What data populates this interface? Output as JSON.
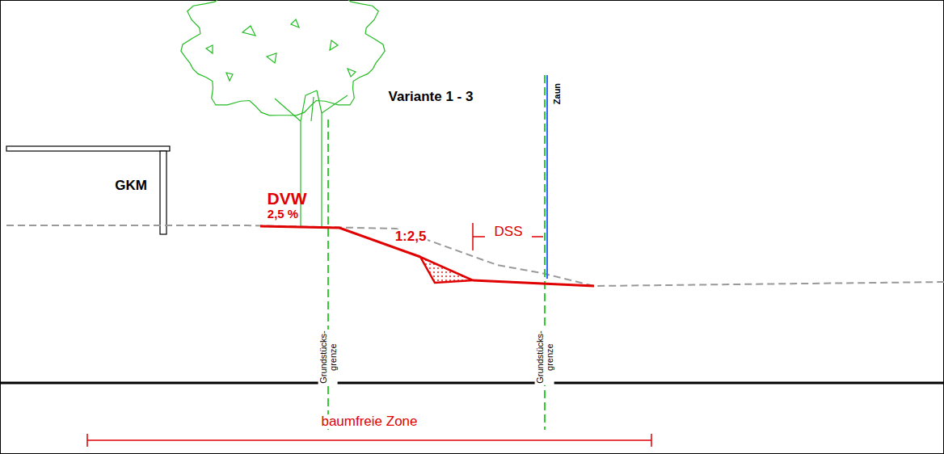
{
  "diagram": {
    "labels": [
      "Variante 1 - 3",
      "GKM",
      "DVW",
      "2,5 %",
      "1:2,5",
      "DSS",
      "Zaun",
      "Grundstücks- grenze",
      "Grundstücks- grenze",
      "baumfreie Zone"
    ]
  }
}
